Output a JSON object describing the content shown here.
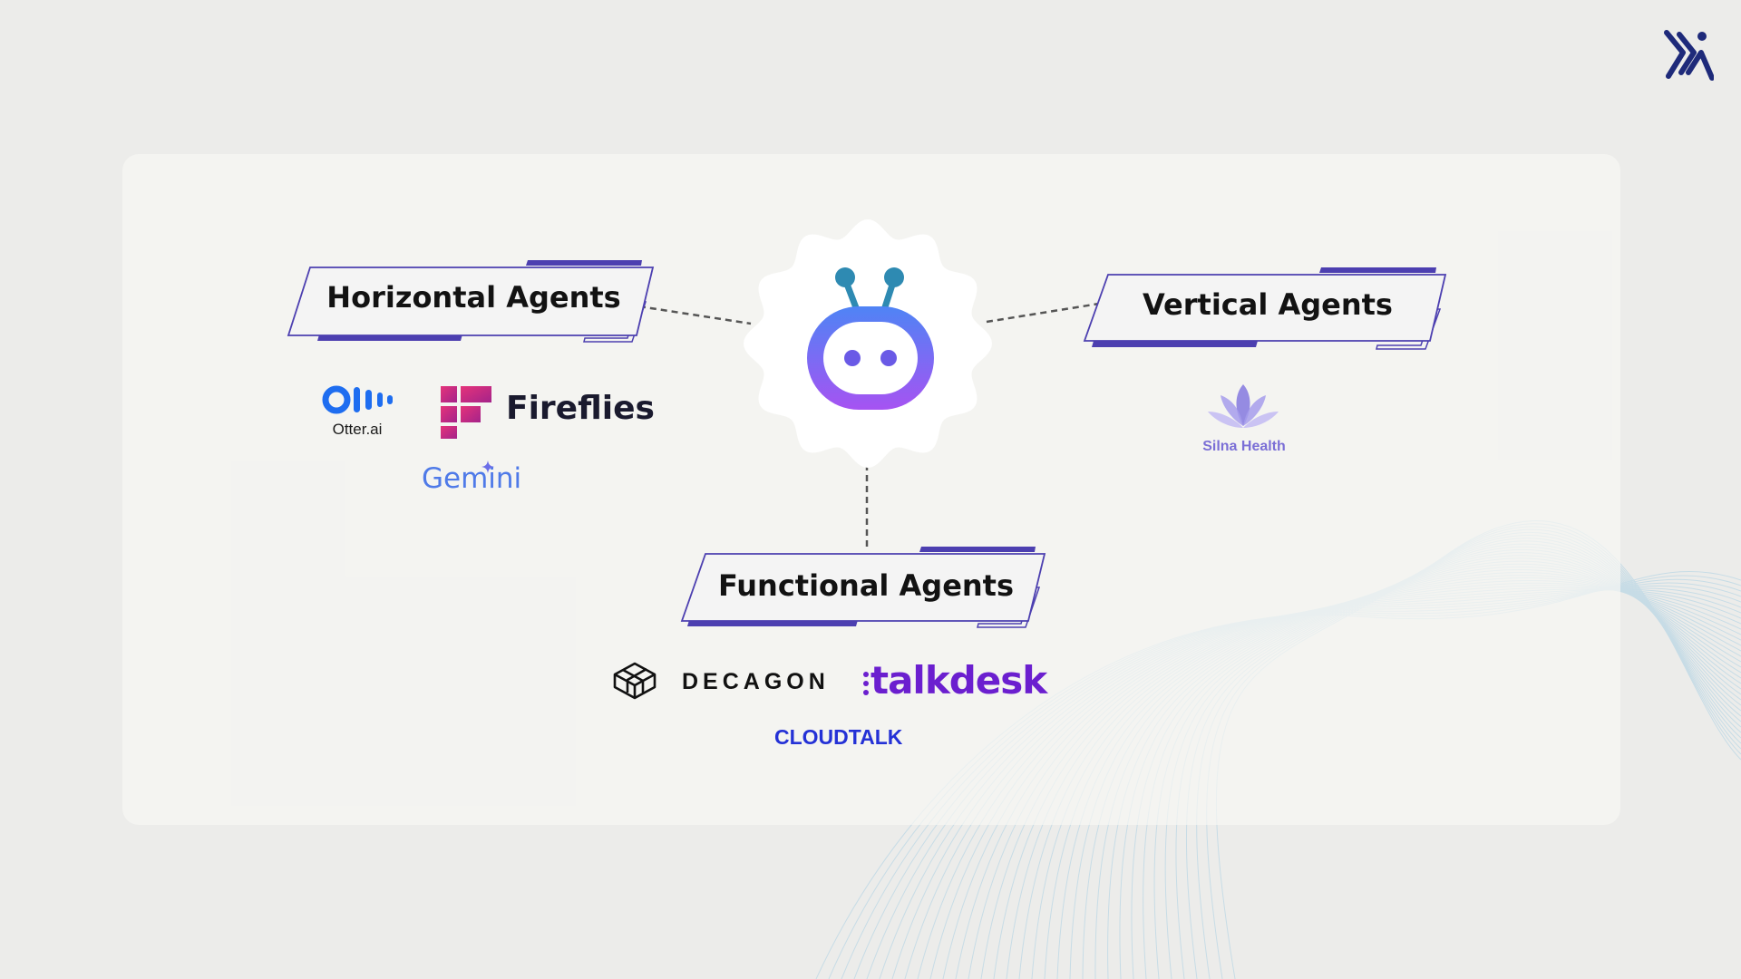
{
  "categories": {
    "horizontal": {
      "label": "Horizontal Agents"
    },
    "vertical": {
      "label": "Vertical Agents"
    },
    "functional": {
      "label": "Functional Agents"
    }
  },
  "hub": {
    "icon": "robot-head-icon"
  },
  "logos": {
    "otter": {
      "text": "Otter.ai",
      "color": "#1e6df0"
    },
    "fireflies": {
      "text": "Fireflies",
      "color": "#1a1a2e",
      "accent": "#e2337a"
    },
    "gemini": {
      "text": "Gemini",
      "color": "#4f7ae8"
    },
    "silna": {
      "text": "Silna Health",
      "color": "#7b6fd6"
    },
    "decagon": {
      "text": "DECAGON",
      "color": "#111111"
    },
    "talkdesk": {
      "text": "talkdesk",
      "color": "#6b1fcf"
    },
    "cloudtalk": {
      "text": "CLOUDTALK",
      "color": "#2431d6"
    }
  },
  "colors": {
    "accent": "#4c3fb0",
    "robot_top": "#4f84f5",
    "robot_bottom": "#a653f2"
  }
}
